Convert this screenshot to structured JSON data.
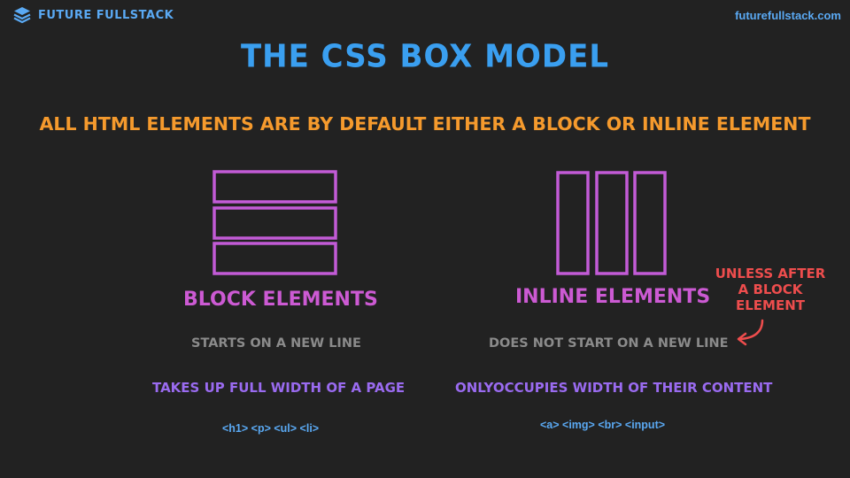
{
  "brand": {
    "name": "FUTURE FULLSTACK",
    "logo_icon": "layers-stack-icon",
    "site": "futurefullstack.com"
  },
  "title": "THE CSS BOX MODEL",
  "subtitle": "ALL HTML ELEMENTS ARE BY DEFAULT EITHER A BLOCK OR INLINE ELEMENT",
  "block": {
    "heading": "BLOCK ELEMENTS",
    "line1": "STARTS ON A NEW LINE",
    "line2": "TAKES UP FULL WIDTH OF A PAGE",
    "tags": "<h1> <p> <ul> <li>"
  },
  "inline": {
    "heading": "INLINE ELEMENTS",
    "line1": "DOES NOT START ON A NEW LINE",
    "line2": "ONLYOCCUPIES WIDTH OF THEIR CONTENT",
    "tags": "<a> <img> <br> <input>",
    "note": [
      "UNLESS AFTER",
      "A BLOCK",
      "ELEMENT"
    ]
  },
  "colors": {
    "background": "#222222",
    "blue": "#3a9ff0",
    "orange": "#f59a2d",
    "magenta": "#cc5ad3",
    "violet": "#9a6bf0",
    "grey": "#8b8b8b",
    "red": "#ee4d4d"
  }
}
